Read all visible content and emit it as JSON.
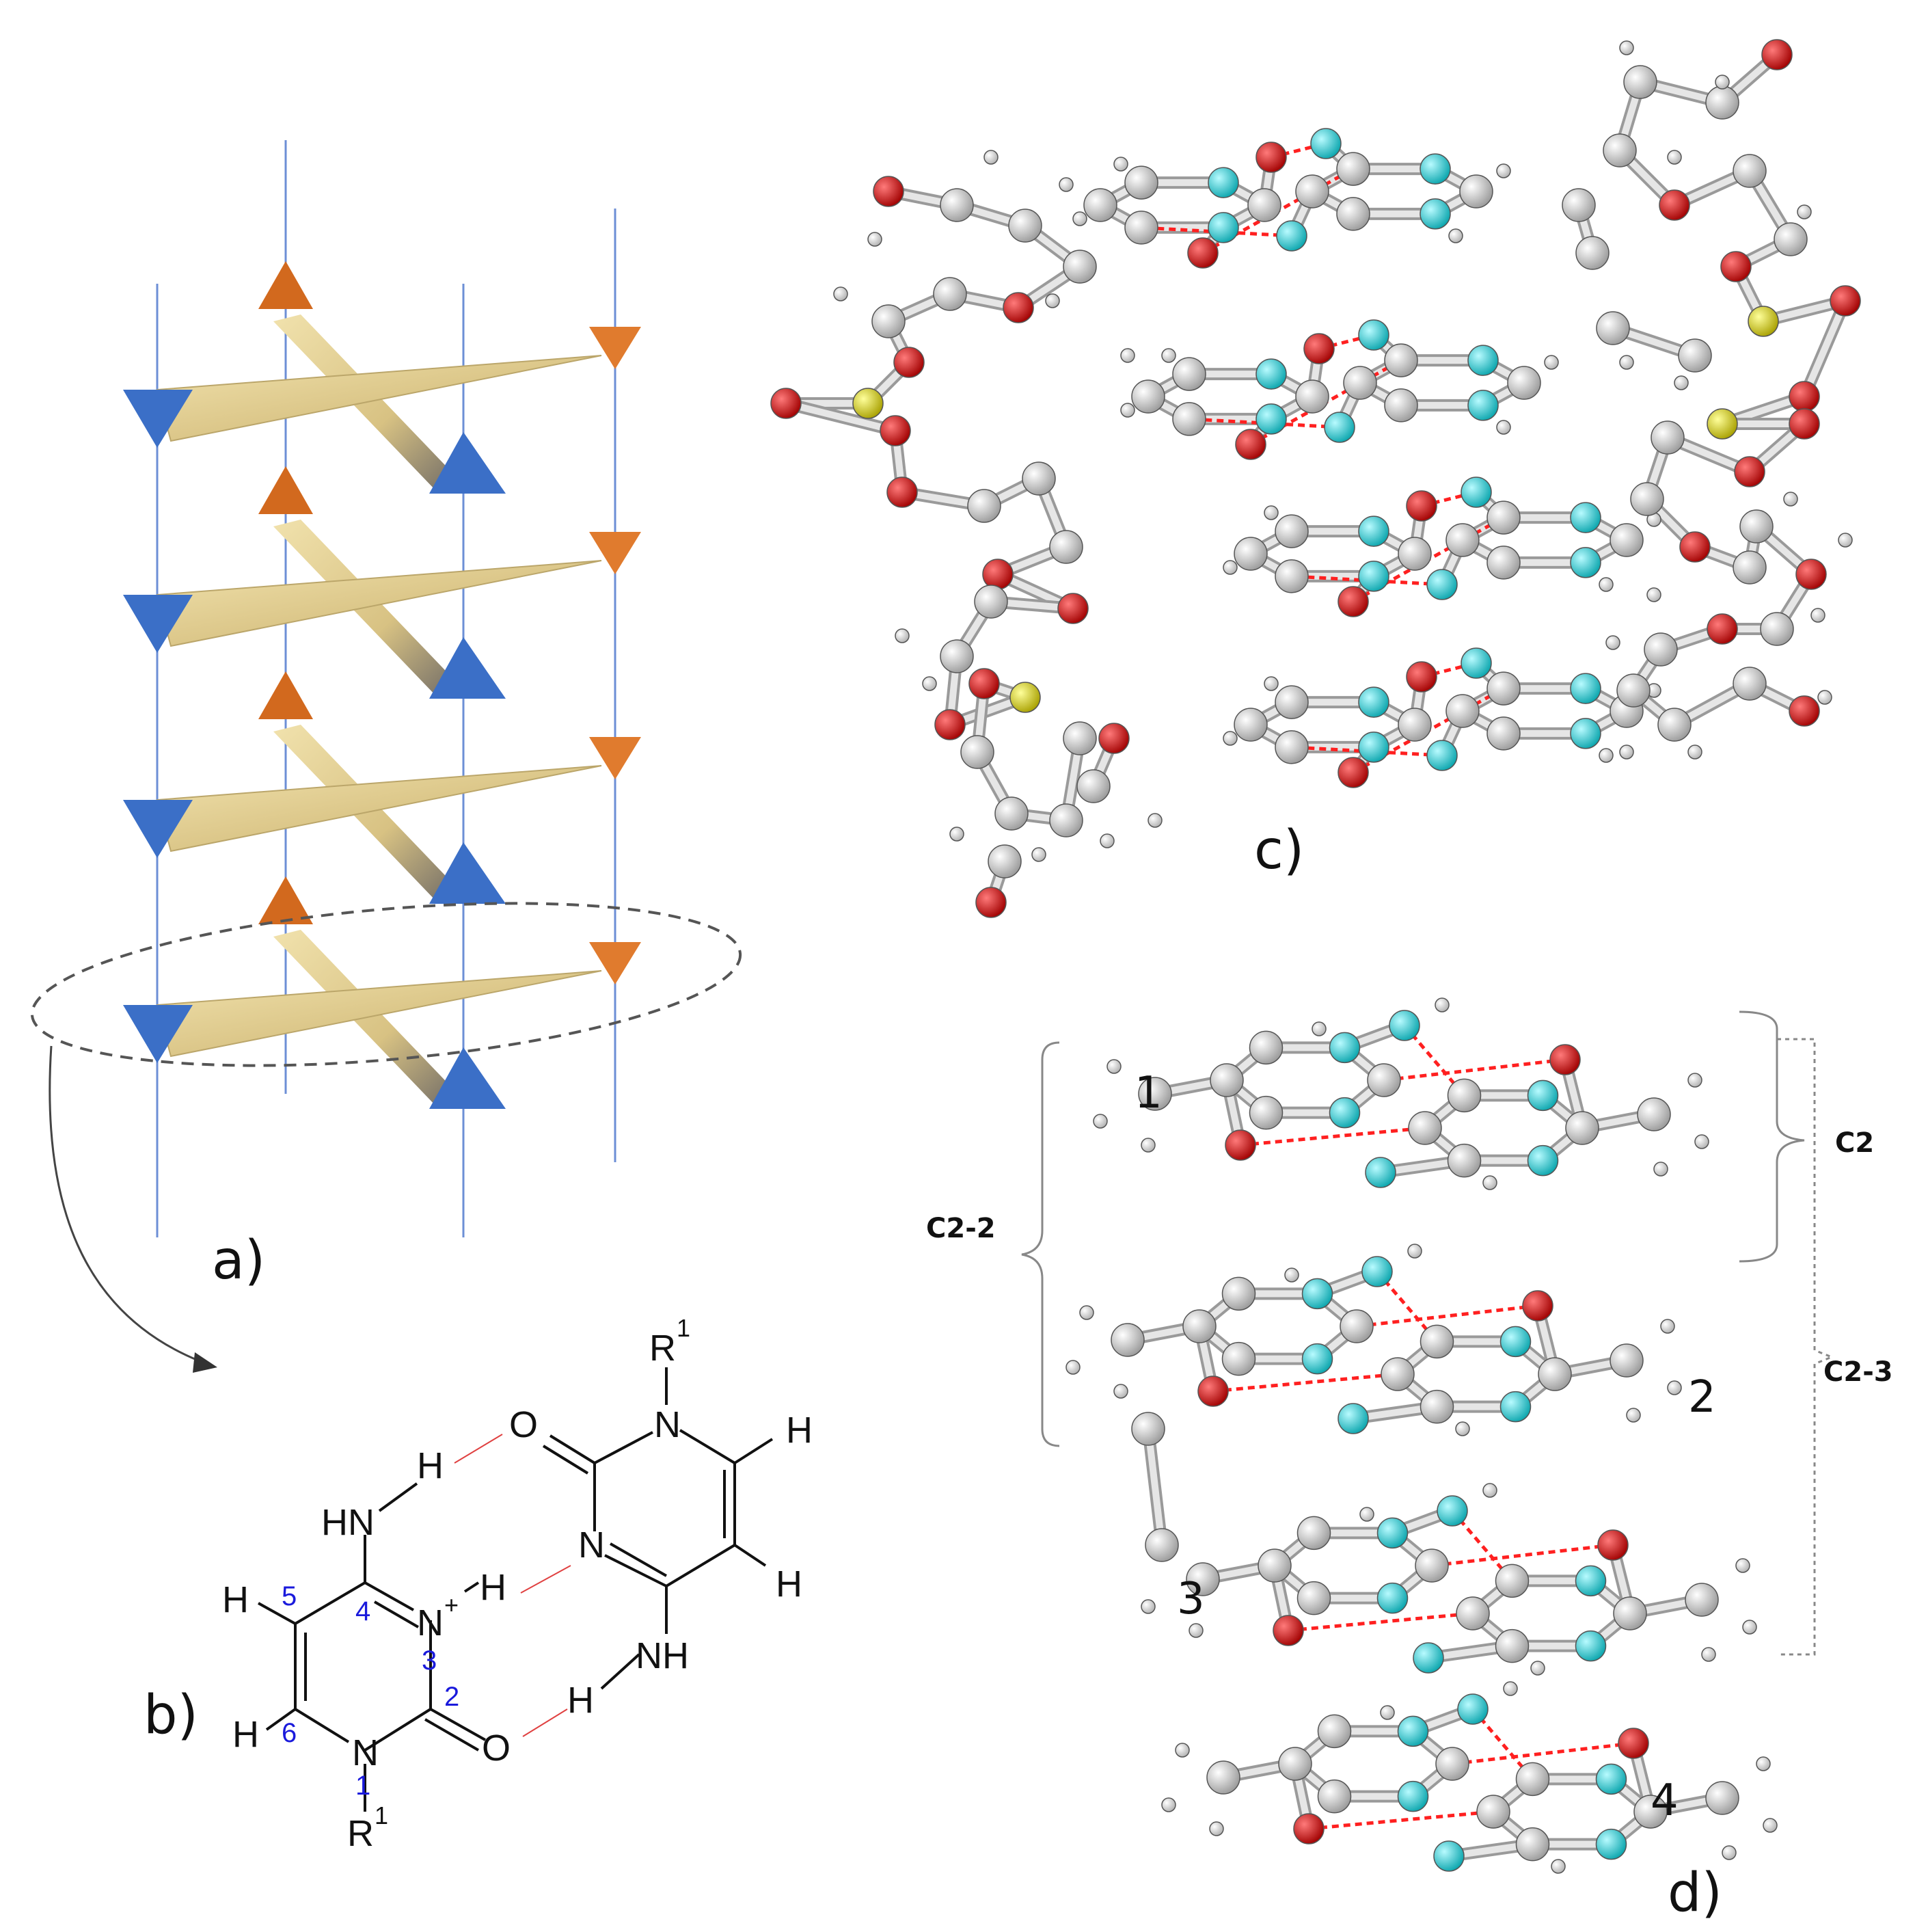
{
  "panels": {
    "a": "a)",
    "b": "b)",
    "c": "c)",
    "d": "d)"
  },
  "structure_b": {
    "atoms": {
      "r1_top": "R",
      "r1_top_sup": "1",
      "o_top": "O",
      "n_top_ring": "N",
      "h_right_top": "H",
      "h_hb1": "H",
      "hn": "HN",
      "n_ring_right": "N",
      "h_hb2": "H",
      "h_right_bottom": "H",
      "h5": "H",
      "n_plus": "N",
      "plus": "+",
      "h_nplus": "H",
      "nh": "NH",
      "h6": "H",
      "h_hb3": "H",
      "n1": "N",
      "o2": "O",
      "r1_bottom": "R",
      "r1_bottom_sup": "1"
    },
    "numbering": [
      "1",
      "2",
      "3",
      "4",
      "5",
      "6"
    ]
  },
  "panel_d": {
    "levels": [
      "1",
      "2",
      "3",
      "4"
    ],
    "groups": [
      "C2",
      "C2-2",
      "C2-3"
    ]
  },
  "colors": {
    "blue_triangle": "#3b6fc7",
    "orange_triangle": "#d2691e",
    "wedge": "#d9c48a",
    "carbon": "#c8c8c8",
    "nitrogen": "#18c4cc",
    "oxygen": "#d40000",
    "phosphorus": "#d8d000",
    "hbond": "#ff2020",
    "numbering": "#1a1adc"
  }
}
